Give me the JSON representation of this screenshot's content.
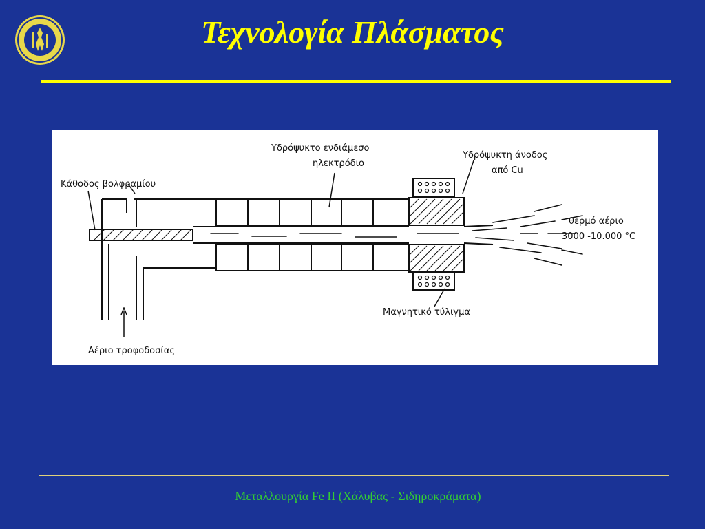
{
  "slide": {
    "title": "Τεχνολογία Πλάσματος",
    "footer": "Μεταλλουργία Fe II  (Χάλυβας - Σιδηροκράματα)"
  },
  "diagram": {
    "labels": {
      "cathode": "Κάθοδος βολφραμίου",
      "intermediate_electrode_line1": "Υδρόψυκτο  ενδιάμεσο",
      "intermediate_electrode_line2": "ηλεκτρόδιο",
      "anode_line1": "Υδρόψυκτη άνοδος",
      "anode_line2": "από Cu",
      "hot_gas": "θερμό αέριο",
      "temperature": "3000 -10.000 °C",
      "magnetic_coil": "Μαγνητικό τύλιγμα",
      "feed_gas": "Αέριο  τροφοδοσίας"
    }
  },
  "colors": {
    "background": "#1a3396",
    "title": "#ffff00",
    "footer_text": "#33cc33",
    "logo": "#e8d84a"
  }
}
